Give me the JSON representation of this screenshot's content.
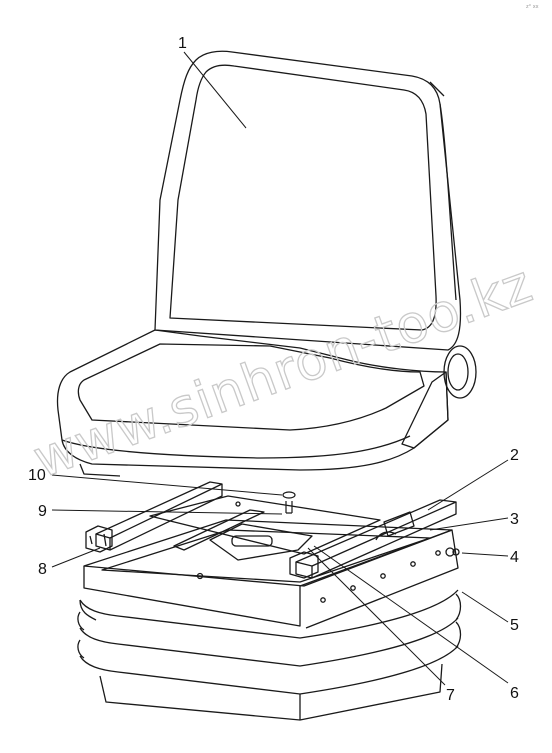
{
  "corner_mark": "z° xx",
  "watermark": "www.sinhron-too.kz",
  "colors": {
    "line": "#1a1a1a",
    "background": "#ffffff",
    "watermark": "#c9c9c9"
  },
  "callouts": {
    "c1": "1",
    "c2": "2",
    "c3": "3",
    "c4": "4",
    "c5": "5",
    "c6": "6",
    "c7": "7",
    "c8": "8",
    "c9": "9",
    "c10": "10"
  }
}
